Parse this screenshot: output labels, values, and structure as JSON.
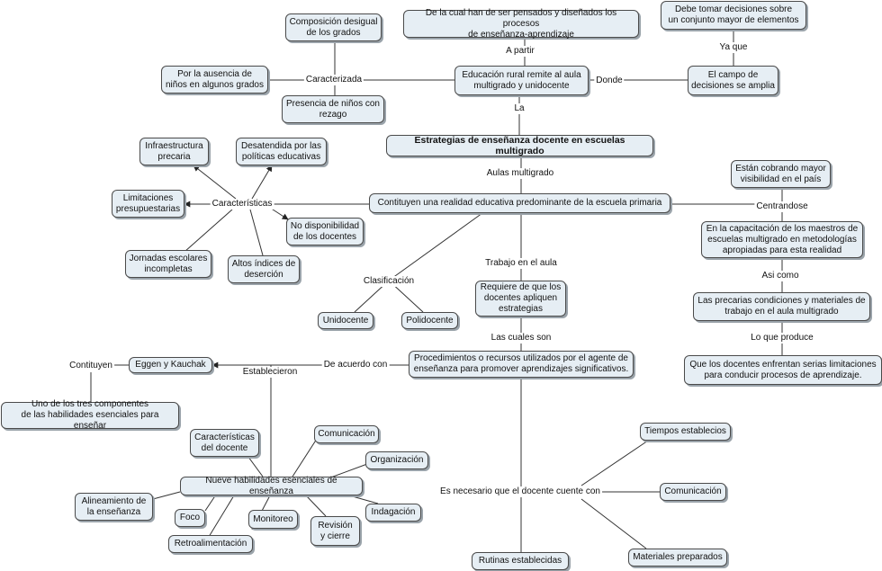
{
  "nodes": {
    "composicion": "Composición desigual\nde los grados",
    "ausencia": "Por la ausencia de\nniños en algunos grados",
    "presencia": "Presencia de niños con\nrezago",
    "pensados": "De la cual han de ser pensados y diseñados los procesos\nde enseñanza-aprendizaje",
    "educacion_rural": "Educación rural remite al aula\nmultigrado y unidocente",
    "decisiones": "Debe tomar decisiones sobre\nun conjunto mayor de elementos",
    "campo": "El campo de\ndecisiones se amplia",
    "estrategias": "Estrategias de enseñanza docente en escuelas multigrado",
    "infraestructura": "Infraestructura\nprecaria",
    "desatendida": "Desatendida por las\npolíticas educativas",
    "limitaciones": "Limitaciones\npresupuestarias",
    "no_disponibilidad": "No disponibilidad\nde los docentes",
    "jornadas": "Jornadas escolares\nincompletas",
    "desercion": "Altos índices de\ndeserción",
    "constituyen": "Contituyen una realidad educativa predominante de la escuela primaria",
    "cobrando": "Están cobrando mayor\nvisibilidad en el país",
    "capacitacion": "En la capacitación de los maestros de\nescuelas multigrado en metodologías\napropiadas para esta realidad",
    "precarias": "Las precarias condiciones y materiales de\ntrabajo en el aula multigrado",
    "limitaciones_docentes": "Que los docentes enfrentan serias limitaciones\npara conducir procesos de aprendizaje.",
    "unidocente": "Unidocente",
    "polidocente": "Polidocente",
    "requiere": "Requiere de que los\ndocentes apliquen\nestrategias",
    "eggen": "Eggen y Kauchak",
    "procedimientos": "Procedimientos o recursos utilizados por el agente de\nenseñanza para promover aprendizajes significativos.",
    "uno_de_tres": "Uno de los tres componentes\nde las habilidades esenciales para enseñar",
    "caracteristicas_docente": "Características\ndel docente",
    "comunicacion1": "Comunicación",
    "organizacion": "Organización",
    "nueve": "Nueve habilidades esenciales de enseñanza",
    "alineamiento": "Alineamiento de\nla enseñanza",
    "foco": "Foco",
    "monitoreo": "Monitoreo",
    "revision": "Revisión\ny cierre",
    "indagacion": "Indagación",
    "retroalimentacion": "Retroalimentación",
    "tiempos": "Tiempos establecios",
    "comunicacion2": "Comunicación",
    "materiales": "Materiales preparados",
    "rutinas": "Rutinas establecidas"
  },
  "labels": {
    "caracterizada": "Caracterizada",
    "a_partir": "A partir",
    "ya_que": "Ya que",
    "donde": "Donde",
    "la": "La",
    "caracteristicas": "Características",
    "aulas_multigrado": "Aulas multigrado",
    "centrandose": "Centrandose",
    "asi_como": "Asi como",
    "lo_que_produce": "Lo que produce",
    "clasificacion": "Clasificación",
    "trabajo_aula": "Trabajo en el aula",
    "las_cuales_son": "Las cuales son",
    "contituyen": "Contituyen",
    "establecieron": "Establecieron",
    "de_acuerdo_con": "De acuerdo con",
    "es_necesario": "Es necesario que el docente cuente con"
  }
}
